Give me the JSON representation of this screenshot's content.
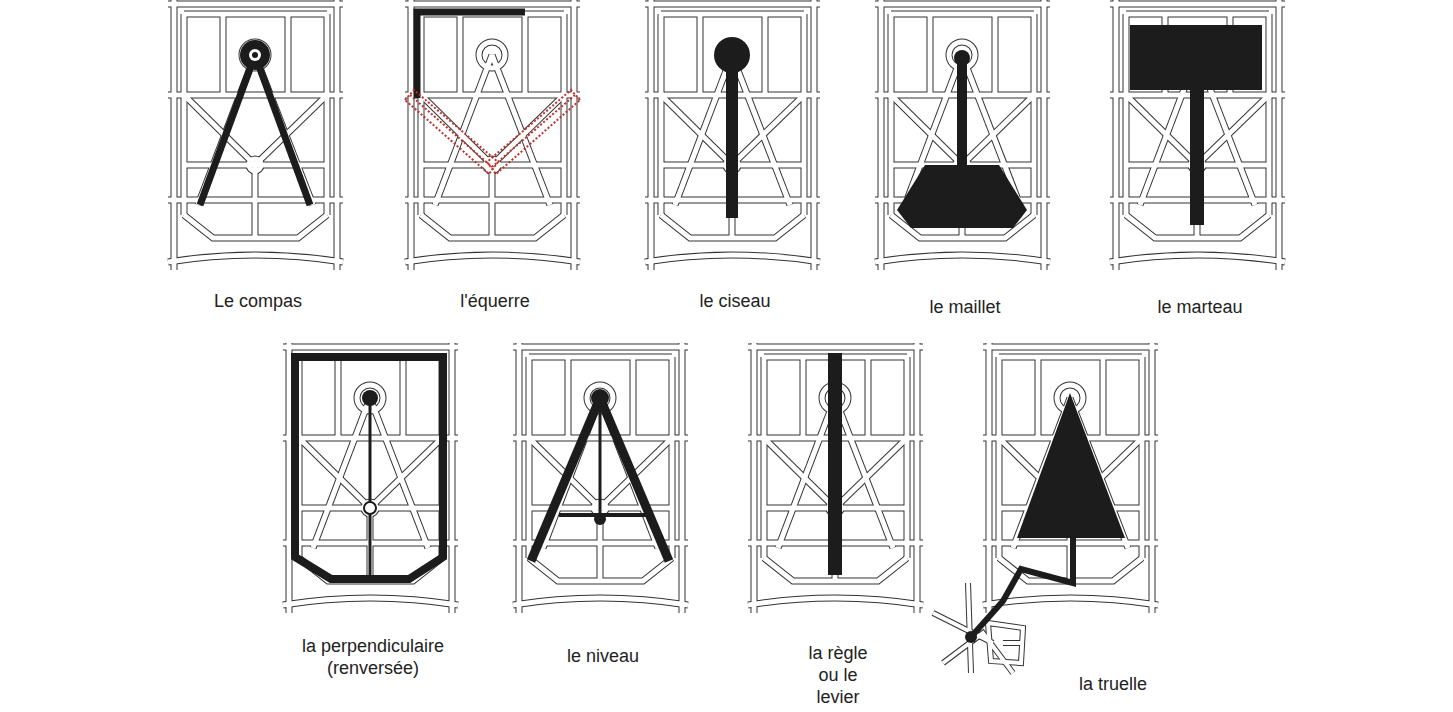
{
  "diagram": {
    "nodes": [
      {
        "text": [
          "Le compas"
        ]
      },
      {
        "text": [
          "l'équerre"
        ]
      },
      {
        "text": [
          "le ciseau"
        ]
      },
      {
        "text": [
          "le maillet"
        ]
      },
      {
        "text": [
          "le marteau"
        ]
      },
      {
        "text": [
          "la perpendiculaire (renversée)"
        ]
      },
      {
        "text": [
          "le niveau"
        ]
      },
      {
        "text": [
          "la règle ou le levier"
        ]
      },
      {
        "text": [
          "la truelle"
        ]
      }
    ]
  }
}
